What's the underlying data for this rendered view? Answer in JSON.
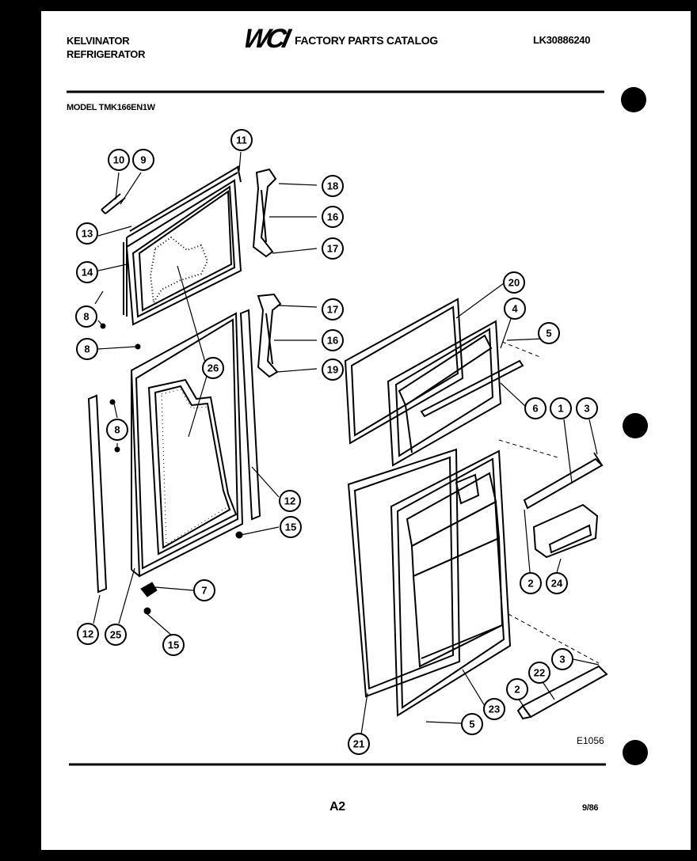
{
  "header": {
    "brand": "KELVINATOR",
    "product": "REFRIGERATOR",
    "logo_text": "WCI",
    "catalog_title": "FACTORY PARTS CATALOG",
    "catalog_number": "LK30886240",
    "model": "MODEL TMK166EN1W"
  },
  "diagram": {
    "figure_code": "E1056",
    "callouts": {
      "c10": "10",
      "c9": "9",
      "c11": "11",
      "c13": "13",
      "c14": "14",
      "c8a": "8",
      "c8b": "8",
      "c8c": "8",
      "c18": "18",
      "c16a": "16",
      "c17a": "17",
      "c17b": "17",
      "c16b": "16",
      "c19": "19",
      "c26": "26",
      "c12a": "12",
      "c15a": "15",
      "c7": "7",
      "c12b": "12",
      "c25": "25",
      "c15b": "15",
      "c20": "20",
      "c4": "4",
      "c5a": "5",
      "c6": "6",
      "c1": "1",
      "c3a": "3",
      "c2a": "2",
      "c24": "24",
      "c3b": "3",
      "c22": "22",
      "c2b": "2",
      "c23": "23",
      "c5b": "5",
      "c21": "21"
    }
  },
  "footer": {
    "page_code": "A2",
    "date": "9/86"
  },
  "colors": {
    "ink": "#000000",
    "paper": "#ffffff",
    "background": "#000000"
  }
}
